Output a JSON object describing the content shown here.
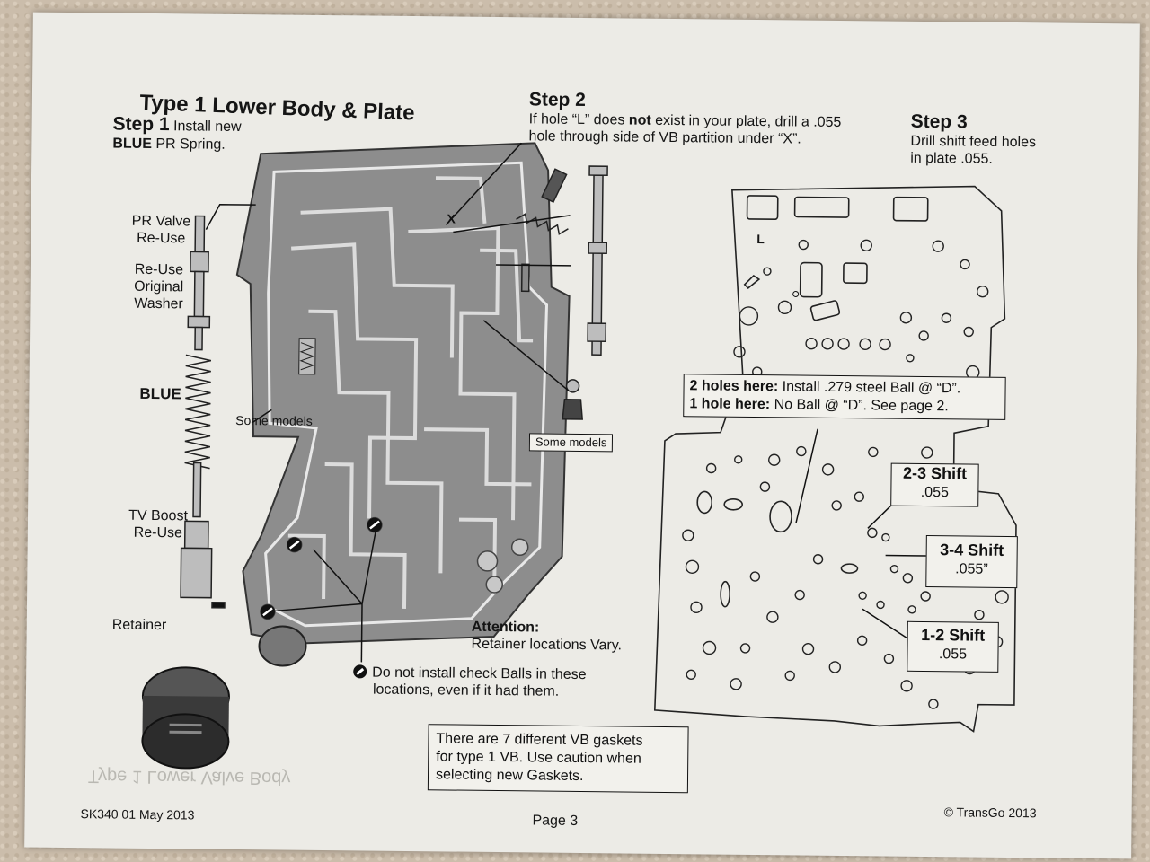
{
  "title": "Type 1 Lower Body & Plate",
  "step1": {
    "heading": "Step 1",
    "text_a": "Install new",
    "text_blue": "BLUE",
    "text_b": "PR Spring."
  },
  "step2": {
    "heading": "Step 2",
    "line1_a": "If hole “L” does ",
    "line1_not": "not",
    "line1_b": " exist in your plate, drill a .055",
    "line2": "hole through side of VB partition under “X”."
  },
  "step3": {
    "heading": "Step 3",
    "line1": "Drill shift feed holes",
    "line2": "in plate .055."
  },
  "left_labels": {
    "pr_valve": "PR Valve",
    "pr_reuse": "Re-Use",
    "reuse_original": "Re-Use",
    "original": "Original",
    "washer": "Washer",
    "blue": "BLUE",
    "some_models_left": "Some models",
    "tv_boost": "TV Boost",
    "tv_reuse": "Re-Use",
    "retainer": "Retainer"
  },
  "some_models_right": "Some models",
  "attention": {
    "heading": "Attention:",
    "text": "Retainer locations Vary."
  },
  "no_check_balls": {
    "line1": "Do not install check Balls in these",
    "line2": "locations, even if it had them."
  },
  "gasket_note": {
    "line1": "There are 7 different VB gaskets",
    "line2": "for type 1 VB.  Use caution when",
    "line3": "selecting new Gaskets."
  },
  "ball_callout": {
    "l1_bold": "2 holes here:",
    "l1_rest": " Install .279 steel Ball @ “D”.",
    "l2_bold": "1 hole here:",
    "l2_rest": " No Ball @ “D”.  See page 2."
  },
  "plate_label_L": "L",
  "shifts": [
    {
      "name": "2-3 Shift",
      "value": ".055"
    },
    {
      "name": "3-4 Shift",
      "value": ".055”"
    },
    {
      "name": "1-2  Shift",
      "value": ".055"
    }
  ],
  "footer": {
    "left": "SK340 01 May 2013",
    "center": "Page 3",
    "right": "© TransGo 2013"
  },
  "mirrored_bleed": "Type 1 Lower Valve Body",
  "valve_x_mark": "X"
}
